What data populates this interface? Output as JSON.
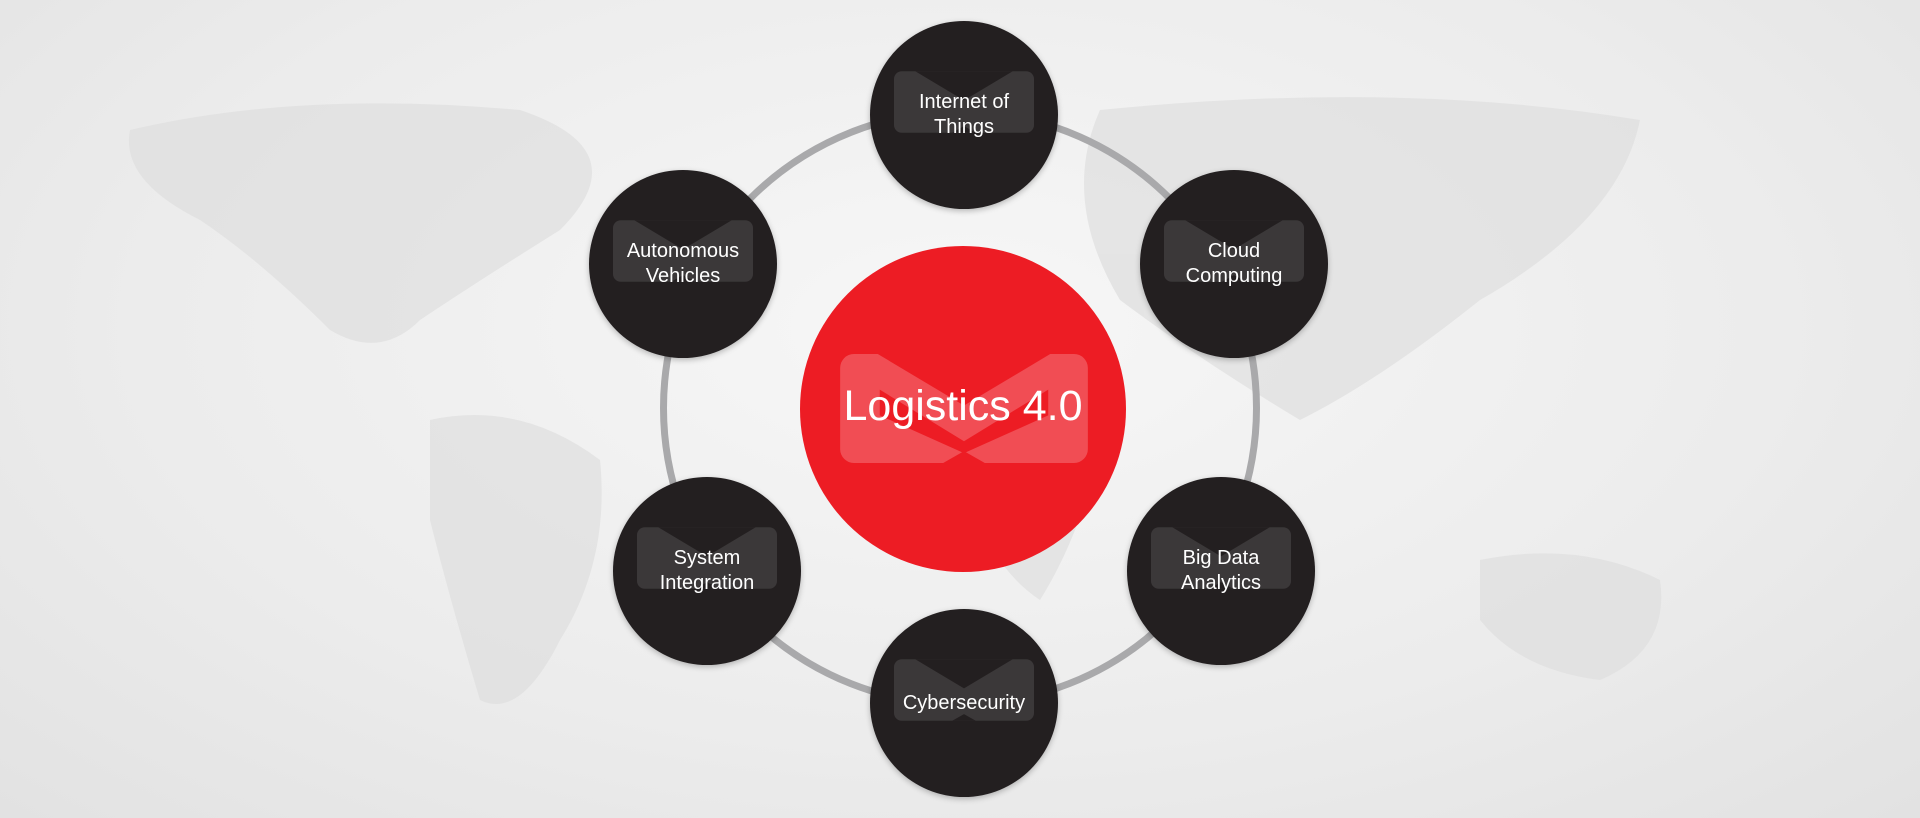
{
  "title": "Logistics 4.0",
  "nodes": [
    {
      "label": "Internet of Things"
    },
    {
      "label": "Cloud Computing"
    },
    {
      "label": "Big Data Analytics"
    },
    {
      "label": "Cybersecurity"
    },
    {
      "label": "System Integration"
    },
    {
      "label": "Autonomous Vehicles"
    }
  ],
  "colors": {
    "center": "#ed1c24",
    "node": "#231f20",
    "ring": "#a9a9ab"
  }
}
